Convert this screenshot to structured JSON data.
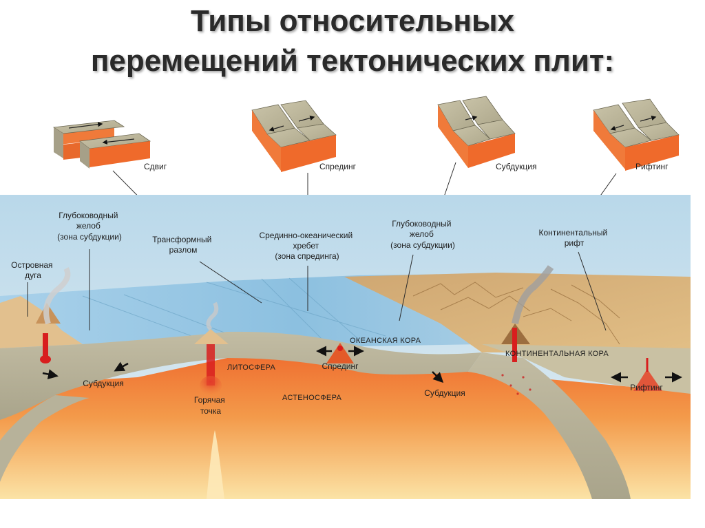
{
  "title": {
    "line1": "Типы относительных",
    "line2": "перемещений тектонических плит:"
  },
  "blocks": {
    "shear": "Сдвиг",
    "spreading": "Спрединг",
    "subduction": "Субдукция",
    "rifting": "Рифтинг"
  },
  "labels": {
    "trench_left": [
      "Глубоководный",
      "желоб",
      "(зона субдукции)"
    ],
    "island_arc": [
      "Островная",
      "дуга"
    ],
    "transform_fault": [
      "Трансформный",
      "разлом"
    ],
    "mid_ocean_ridge": [
      "Срединно-океанический",
      "хребет",
      "(зона спрединга)"
    ],
    "trench_right": [
      "Глубоководный",
      "желоб",
      "(зона субдукции)"
    ],
    "continental_rift": [
      "Континентальный",
      "рифт"
    ],
    "oceanic_crust": "ОКЕАНСКАЯ КОРА",
    "continental_crust": "КОНТИНЕНТАЛЬНАЯ КОРА",
    "lithosphere": "ЛИТОСФЕРА",
    "asthenosphere": "АСТЕНОСФЕРА",
    "spreading": "Спрединг",
    "subduction_left": "Субдукция",
    "subduction_right": "Субдукция",
    "hot_spot": [
      "Горячая",
      "точка"
    ],
    "rifting": "Рифтинг"
  },
  "colors": {
    "sky": "#cfe3ee",
    "ocean": "#9fcbe6",
    "land": "#d8b27c",
    "lithosphere": "#b7b29a",
    "asthenosphere": "#f07a3a",
    "mantle_light": "#f7c46a",
    "magma": "#d81e1e"
  }
}
